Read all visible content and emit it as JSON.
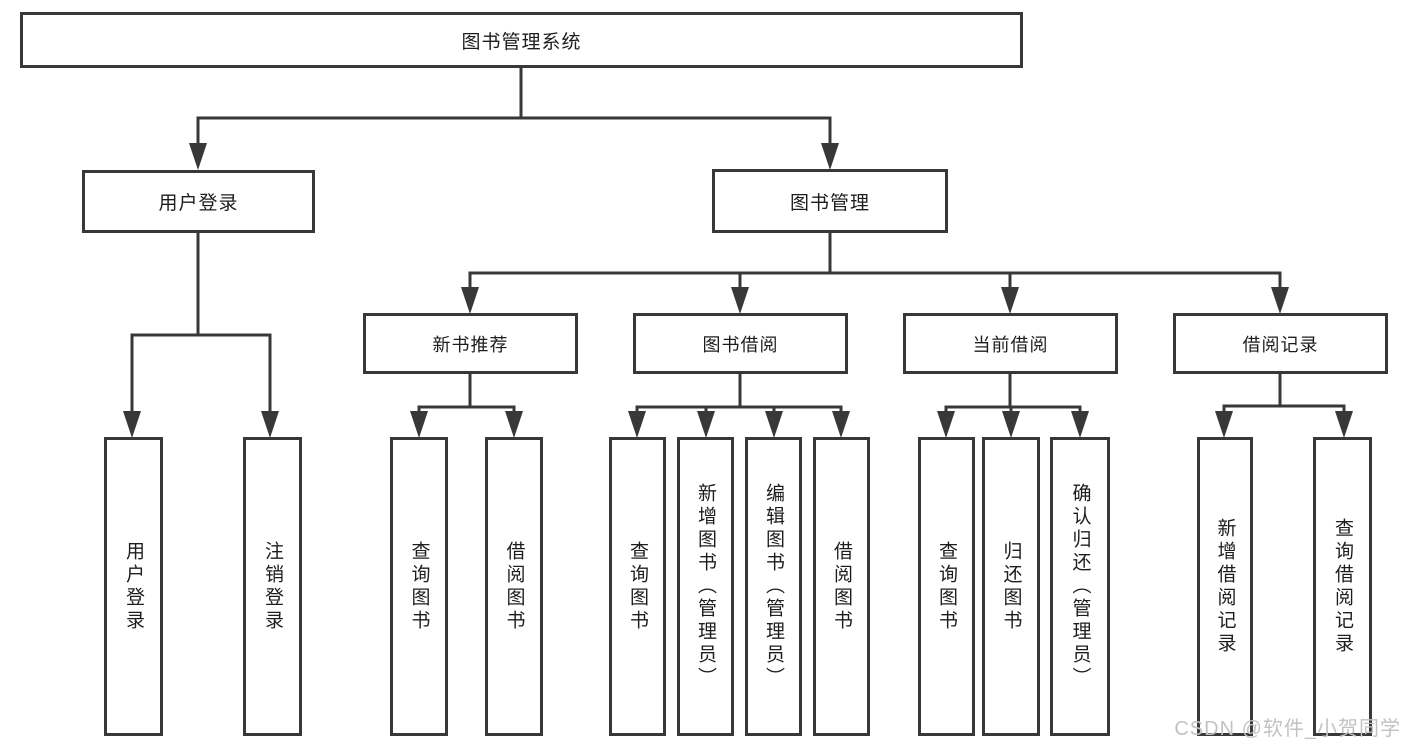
{
  "diagram": {
    "tree": {
      "label": "图书管理系统",
      "children": [
        {
          "label": "用户登录",
          "children": [
            {
              "label": "用户登录"
            },
            {
              "label": "注销登录"
            }
          ]
        },
        {
          "label": "图书管理",
          "children": [
            {
              "label": "新书推荐",
              "children": [
                {
                  "label": "查询图书"
                },
                {
                  "label": "借阅图书"
                }
              ]
            },
            {
              "label": "图书借阅",
              "children": [
                {
                  "label": "查询图书"
                },
                {
                  "label": "新增图书（管理员）"
                },
                {
                  "label": "编辑图书（管理员）"
                },
                {
                  "label": "借阅图书"
                }
              ]
            },
            {
              "label": "当前借阅",
              "children": [
                {
                  "label": "查询图书"
                },
                {
                  "label": "归还图书"
                },
                {
                  "label": "确认归还（管理员）"
                }
              ]
            },
            {
              "label": "借阅记录",
              "children": [
                {
                  "label": "新增借阅记录"
                },
                {
                  "label": "查询借阅记录"
                }
              ]
            }
          ]
        }
      ]
    }
  },
  "watermark": {
    "text": "CSDN @软件_小贺同学"
  },
  "colors": {
    "line": "#383838",
    "box_border": "#383838",
    "text": "#1d1d1d",
    "background": "#ffffff",
    "watermark": "#c2c2c2"
  }
}
